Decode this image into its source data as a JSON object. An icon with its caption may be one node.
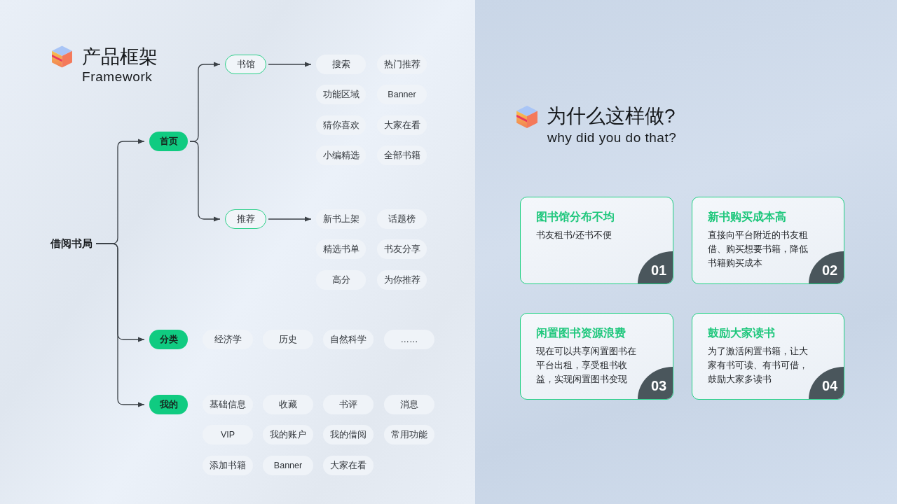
{
  "diagram": {
    "title": "产品框架",
    "nodes": [
      {
        "text": [
          "借阅书局"
        ]
      },
      {
        "text": [
          "首页"
        ]
      },
      {
        "text": [
          "书馆"
        ]
      },
      {
        "text": [
          "推荐"
        ]
      },
      {
        "text": [
          "分类"
        ]
      },
      {
        "text": [
          "我的"
        ]
      },
      {
        "text": [
          "搜索"
        ]
      },
      {
        "text": [
          "热门推荐"
        ]
      },
      {
        "text": [
          "功能区域"
        ]
      },
      {
        "text": [
          "Banner"
        ]
      },
      {
        "text": [
          "猜你喜欢"
        ]
      },
      {
        "text": [
          "大家在看"
        ]
      },
      {
        "text": [
          "小编精选"
        ]
      },
      {
        "text": [
          "全部书籍"
        ]
      },
      {
        "text": [
          "新书上架"
        ]
      },
      {
        "text": [
          "话题榜"
        ]
      },
      {
        "text": [
          "精选书单"
        ]
      },
      {
        "text": [
          "书友分享"
        ]
      },
      {
        "text": [
          "高分"
        ]
      },
      {
        "text": [
          "为你推荐"
        ]
      },
      {
        "text": [
          "经济学"
        ]
      },
      {
        "text": [
          "历史"
        ]
      },
      {
        "text": [
          "自然科学"
        ]
      },
      {
        "text": [
          "……"
        ]
      },
      {
        "text": [
          "基础信息"
        ]
      },
      {
        "text": [
          "收藏"
        ]
      },
      {
        "text": [
          "书评"
        ]
      },
      {
        "text": [
          "消息"
        ]
      },
      {
        "text": [
          "VIP"
        ]
      },
      {
        "text": [
          "我的账户"
        ]
      },
      {
        "text": [
          "我的借阅"
        ]
      },
      {
        "text": [
          "常用功能"
        ]
      },
      {
        "text": [
          "添加书籍"
        ]
      },
      {
        "text": [
          "Banner"
        ]
      },
      {
        "text": [
          "大家在看"
        ]
      },
      {
        "text": [
          "图书馆分布不均",
          "书友租书/还书不便"
        ]
      },
      {
        "text": [
          "01"
        ],
        "in": 35
      },
      {
        "text": [
          "新书购买成本高",
          "直接向平台附近的书友租借、购买想要书籍，降低书籍购买成本"
        ]
      },
      {
        "text": [
          "02"
        ],
        "in": 37
      },
      {
        "text": [
          "闲置图书资源浪费",
          "现在可以共享闲置图书在平台出租，享受租书收益，实现闲置图书变现"
        ]
      },
      {
        "text": [
          "03"
        ],
        "in": 39
      },
      {
        "text": [
          "鼓励大家读书",
          "为了激活闲置书籍，让大家有书可读、有书可借，鼓励大家多读书"
        ]
      },
      {
        "text": [
          "04"
        ],
        "in": 41
      }
    ],
    "edges": [
      {
        "from": 0,
        "to": 1,
        "arrow": "to"
      },
      {
        "from": 0,
        "to": 4,
        "arrow": "to"
      },
      {
        "from": 0,
        "to": 5,
        "arrow": "to"
      },
      {
        "from": 1,
        "to": 2,
        "arrow": "to"
      },
      {
        "from": 1,
        "to": 3,
        "arrow": "to"
      },
      {
        "from": 2,
        "to": 6,
        "arrow": "to"
      },
      {
        "from": 3,
        "to": 14,
        "arrow": "to"
      }
    ],
    "labels": [
      "Framework",
      "为什么这样做?",
      "why did you do that?"
    ]
  }
}
